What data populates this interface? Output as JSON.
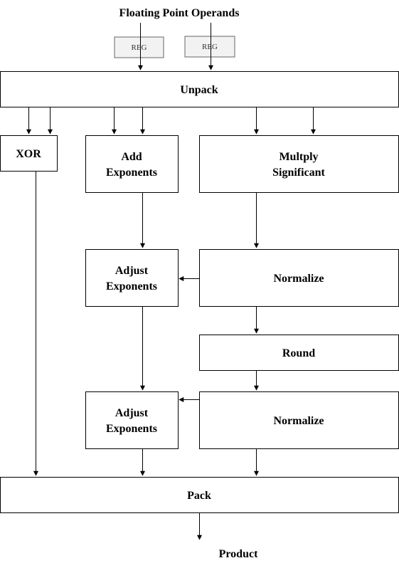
{
  "title": "Floating Point Operands",
  "output_label": "Product",
  "nodes": {
    "reg1": "REG",
    "reg2": "REG",
    "unpack": "Unpack",
    "xor": "XOR",
    "add_exp": [
      "Add",
      "Exponents"
    ],
    "mult_sig": [
      "Multply",
      "Significant"
    ],
    "adjust1": [
      "Adjust",
      "Exponents"
    ],
    "normalize1": "Normalize",
    "round": "Round",
    "adjust2": [
      "Adjust",
      "Exponents"
    ],
    "normalize2": "Normalize",
    "pack": "Pack"
  }
}
